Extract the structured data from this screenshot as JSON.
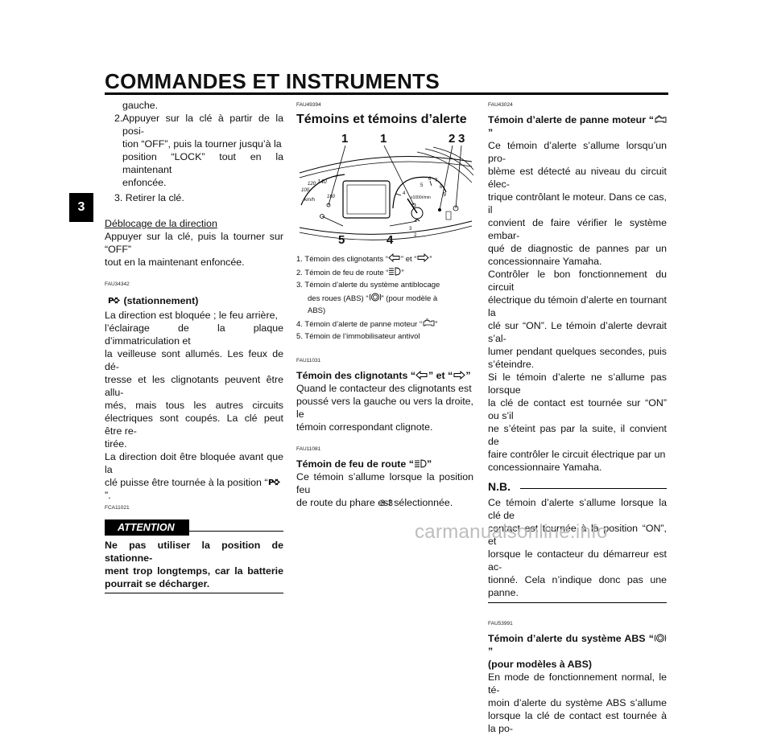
{
  "header": {
    "title": "COMMANDES ET INSTRUMENTS",
    "chapter_tab": "3"
  },
  "left": {
    "step_cont": "gauche.",
    "step2_num": "2.",
    "step2_l1": "Appuyer sur la clé à partir de la posi-",
    "step2_l2": "tion “OFF”, puis la tourner jusqu’à la",
    "step2_l3": "position “LOCK” tout en la maintenant",
    "step2_l4": "enfoncée.",
    "step3": "3. Retirer la clé.",
    "unlock_heading": "Déblocage de la direction",
    "unlock_l1": "Appuyer sur la clé, puis la tourner sur “OFF”",
    "unlock_l2": "tout en la maintenant enfoncée.",
    "fau_code": "FAU34342",
    "park_heading": "(stationnement)",
    "park_l1": "La direction est bloquée ; le feu arrière,",
    "park_l2": "l’éclairage de la plaque d’immatriculation et",
    "park_l3": "la veilleuse sont allumés. Les feux de dé-",
    "park_l4": "tresse et les clignotants peuvent être allu-",
    "park_l5": "més, mais tous les autres circuits",
    "park_l6": "électriques sont coupés. La clé peut être re-",
    "park_l7": "tirée.",
    "park_l8": "La direction doit être bloquée avant que la",
    "park_l9a": "clé puisse être tournée à la position “",
    "park_l9b": "”.",
    "fca_code": "FCA11021",
    "attention_label": "ATTENTION",
    "attention_l1": "Ne pas utiliser la position de stationne-",
    "attention_l2": "ment trop longtemps, car la batterie",
    "attention_l3": "pourrait se décharger."
  },
  "middle": {
    "fau_code1": "FAU49394",
    "section_title": "Témoins et témoins d’alerte",
    "callouts": {
      "a": "1",
      "b": "1",
      "c": "2",
      "d": "3",
      "e": "5",
      "f": "4"
    },
    "gauge_labels": {
      "kmh": "km/h",
      "rpm": "x1000r/min",
      "t1": "100",
      "t2": "120",
      "t3": "140",
      "t4": "160",
      "n5": "5",
      "n6": "6",
      "n7": "7",
      "n8": "8",
      "n9": "9",
      "n4": "4",
      "n3": "3",
      "n2": "2"
    },
    "captions": {
      "c1a": "1.  Témoin des clignotants “",
      "c1b": "” et “",
      "c1c": "”",
      "c2a": "2.  Témoin de feu de route “",
      "c2b": "”",
      "c3a": "3.  Témoin d’alerte du système antiblocage",
      "c3b": "des roues (ABS) “",
      "c3c": "” (pour modèle à",
      "c3d": "ABS)",
      "c4a": "4.  Témoin d’alerte de panne moteur “",
      "c4b": "”",
      "c5": "5.  Témoin de l’immobilisateur antivol"
    },
    "fau_code2": "FAU11031",
    "turn_h_a": "Témoin des clignotants “",
    "turn_h_b": "” et “",
    "turn_h_c": "”",
    "turn_l1": "Quand le contacteur des clignotants est",
    "turn_l2": "poussé vers la gauche ou vers la droite, le",
    "turn_l3": "témoin correspondant clignote.",
    "fau_code3": "FAU11081",
    "beam_h_a": "Témoin de feu de route “",
    "beam_h_b": "”",
    "beam_l1": "Ce témoin s’allume lorsque la position feu",
    "beam_l2": "de route du phare est sélectionnée."
  },
  "right": {
    "fau_code1": "FAU43024",
    "engine_h_a": "Témoin d’alerte de panne moteur “",
    "engine_h_b": "”",
    "engine_l1": "Ce témoin d’alerte s’allume lorsqu’un pro-",
    "engine_l2": "blème est détecté au niveau du circuit élec-",
    "engine_l3": "trique contrôlant le moteur. Dans ce cas, il",
    "engine_l4": "convient de faire vérifier le système embar-",
    "engine_l5": "qué de diagnostic de pannes par un",
    "engine_l6": "concessionnaire Yamaha.",
    "engine_l7": "Contrôler le bon fonctionnement du circuit",
    "engine_l8": "électrique du témoin d’alerte en tournant la",
    "engine_l9": "clé sur “ON”. Le témoin d’alerte devrait s’al-",
    "engine_l10": "lumer pendant quelques secondes, puis",
    "engine_l11": "s’éteindre.",
    "engine_l12": "Si le témoin d’alerte ne s’allume pas lorsque",
    "engine_l13": "la clé de contact est tournée sur “ON” ou s’il",
    "engine_l14": "ne s’éteint pas par la suite, il convient de",
    "engine_l15": "faire contrôler le circuit électrique par un",
    "engine_l16": "concessionnaire Yamaha.",
    "nb_label": "N.B.",
    "nb_l1": "Ce témoin d’alerte s’allume lorsque la clé de",
    "nb_l2": "contact est tournée à la position “ON”, et",
    "nb_l3": "lorsque le contacteur du démarreur est ac-",
    "nb_l4": "tionné. Cela n’indique donc pas une panne.",
    "fau_code2": "FAU53991",
    "abs_h_a": "Témoin d’alerte du système ABS “",
    "abs_h_b": "”",
    "abs_h_c": "(pour modèles à ABS)",
    "abs_l1": "En mode de fonctionnement normal, le té-",
    "abs_l2": "moin d’alerte du système ABS s’allume",
    "abs_l3": "lorsque la clé de contact est tournée à la po-"
  },
  "footer": {
    "page_number": "3-3",
    "watermark": "carmanualsonline.info"
  },
  "icons": [
    "parking-icon",
    "turn-left-icon",
    "turn-right-icon",
    "high-beam-icon",
    "abs-icon",
    "engine-icon"
  ]
}
